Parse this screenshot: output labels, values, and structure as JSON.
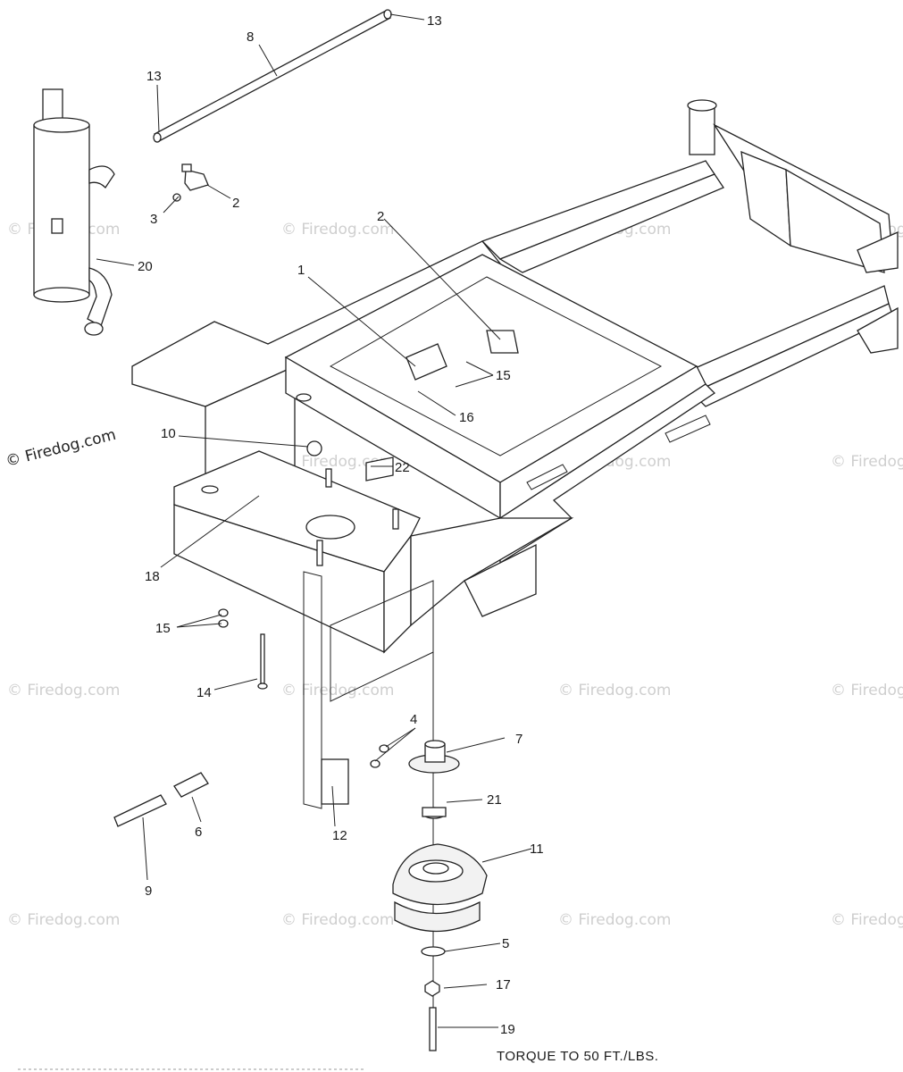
{
  "watermark": "© Firedog.com",
  "note": "TORQUE TO 50 FT./LBS.",
  "labels": {
    "l1": "1",
    "l2a": "2",
    "l2b": "2",
    "l3": "3",
    "l4": "4",
    "l5": "5",
    "l6": "6",
    "l7": "7",
    "l8": "8",
    "l9": "9",
    "l10": "10",
    "l11": "11",
    "l12": "12",
    "l13a": "13",
    "l13b": "13",
    "l14": "14",
    "l15a": "15",
    "l15b": "15",
    "l16": "16",
    "l17": "17",
    "l18": "18",
    "l19": "19",
    "l20": "20",
    "l21": "21",
    "l22": "22"
  }
}
